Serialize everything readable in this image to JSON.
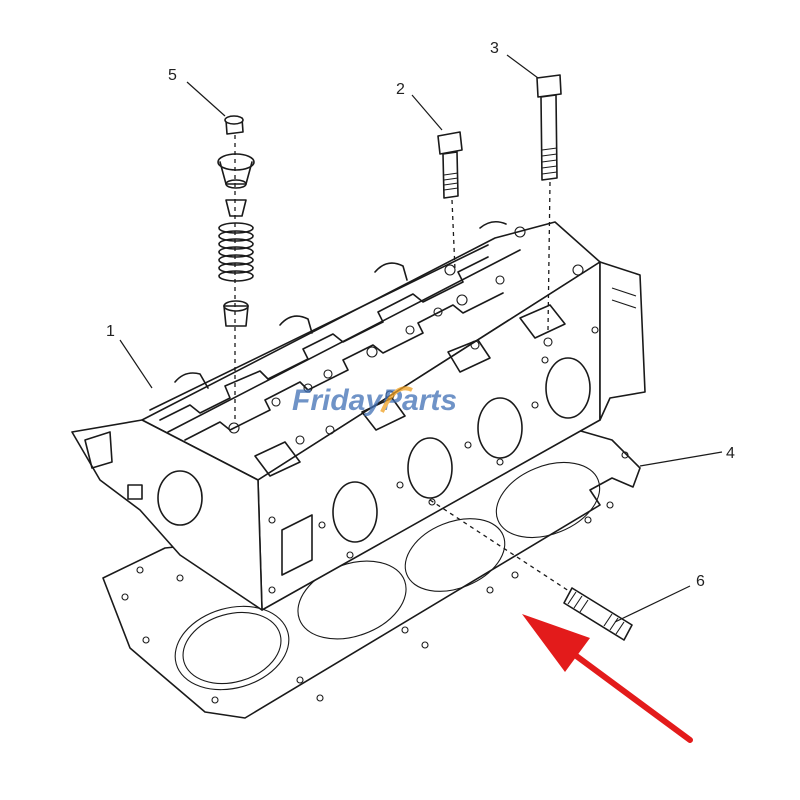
{
  "callouts": [
    {
      "id": "1",
      "text": "1"
    },
    {
      "id": "2",
      "text": "2"
    },
    {
      "id": "3",
      "text": "3"
    },
    {
      "id": "4",
      "text": "4"
    },
    {
      "id": "5",
      "text": "5"
    },
    {
      "id": "6",
      "text": "6"
    }
  ],
  "watermark": {
    "part1": "Friday",
    "part2": "Parts"
  },
  "colors": {
    "arrow": "#e31b1b",
    "watermark_blue": "#3f6fb5",
    "watermark_orange": "#f0a020",
    "line": "#1a1a1a"
  }
}
